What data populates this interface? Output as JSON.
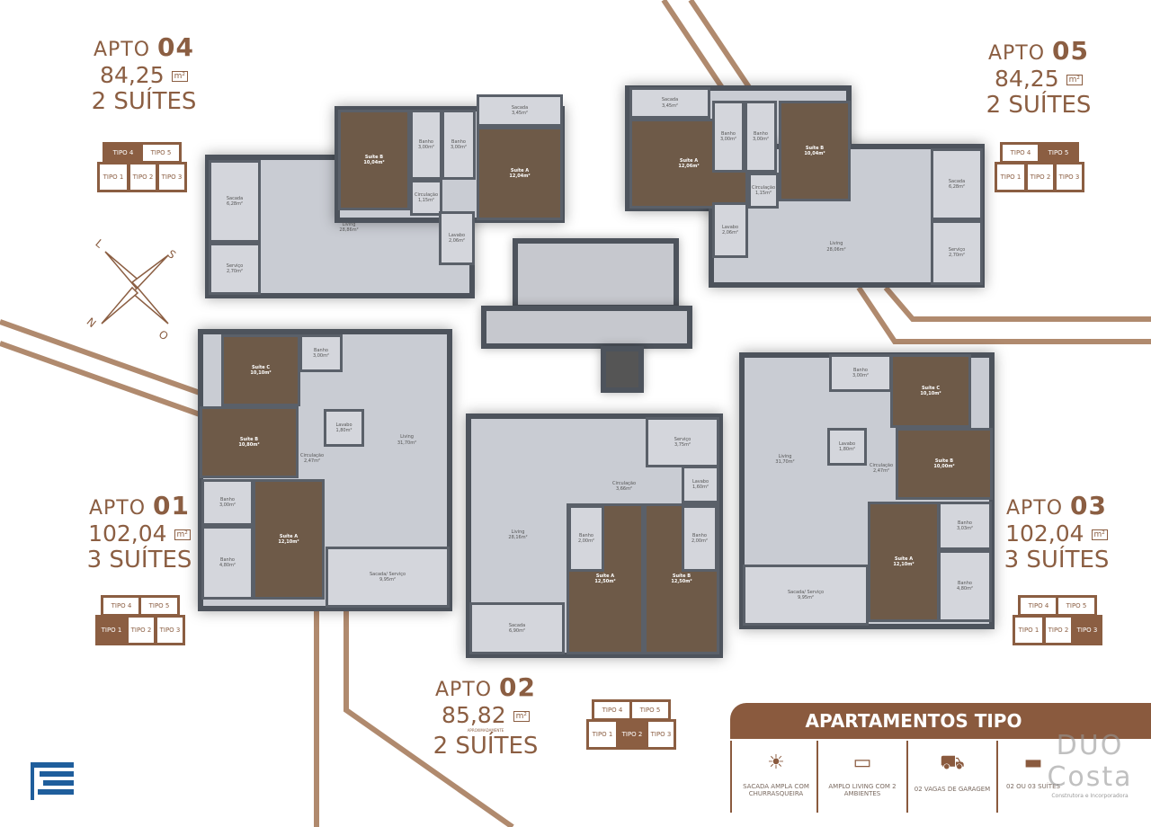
{
  "units": [
    {
      "apto_prefix": "APTO",
      "number": "04",
      "area": "84,25",
      "area_unit": "m²",
      "suites": "2 SUÍTES",
      "highlight": "TIPO 4",
      "rooms": [
        {
          "name": "Sacada",
          "area": "6,28m²"
        },
        {
          "name": "Suíte B",
          "area": "10,04m²"
        },
        {
          "name": "Banho",
          "area": "3,00m²"
        },
        {
          "name": "Banho",
          "area": "3,00m²"
        },
        {
          "name": "Sacada",
          "area": "3,45m²"
        },
        {
          "name": "Suíte A",
          "area": "12,04m²"
        },
        {
          "name": "Circulação",
          "area": "1,15m²"
        },
        {
          "name": "Living",
          "area": "28,86m²"
        },
        {
          "name": "Lavabo",
          "area": "2,06m²"
        },
        {
          "name": "Serviço",
          "area": "2,70m²"
        }
      ]
    },
    {
      "apto_prefix": "APTO",
      "number": "05",
      "area": "84,25",
      "area_unit": "m²",
      "suites": "2 SUÍTES",
      "highlight": "TIPO 5",
      "rooms": [
        {
          "name": "Sacada",
          "area": "3,45m²"
        },
        {
          "name": "Suíte A",
          "area": "12,06m²"
        },
        {
          "name": "Banho",
          "area": "3,00m²"
        },
        {
          "name": "Banho",
          "area": "3,00m²"
        },
        {
          "name": "Suíte B",
          "area": "10,04m²"
        },
        {
          "name": "Circulação",
          "area": "1,15m²"
        },
        {
          "name": "Living",
          "area": "28,06m²"
        },
        {
          "name": "Lavabo",
          "area": "2,06m²"
        },
        {
          "name": "Sacada",
          "area": "6,28m²"
        },
        {
          "name": "Serviço",
          "area": "2,70m²"
        }
      ]
    },
    {
      "apto_prefix": "APTO",
      "number": "01",
      "area": "102,04",
      "area_unit": "m²",
      "suites": "3 SUÍTES",
      "highlight": "TIPO 1",
      "rooms": [
        {
          "name": "Suíte C",
          "area": "10,10m²"
        },
        {
          "name": "Banho",
          "area": "3,00m²"
        },
        {
          "name": "Suíte B",
          "area": "10,80m²"
        },
        {
          "name": "Lavabo",
          "area": "1,80m²"
        },
        {
          "name": "Circulação",
          "area": "2,47m²"
        },
        {
          "name": "Living",
          "area": "31,70m²"
        },
        {
          "name": "Banho",
          "area": "3,00m²"
        },
        {
          "name": "Suíte A",
          "area": "12,10m²"
        },
        {
          "name": "Banho",
          "area": "4,80m²"
        },
        {
          "name": "Sacada/ Serviço",
          "area": "9,95m²"
        }
      ]
    },
    {
      "apto_prefix": "APTO",
      "number": "03",
      "area": "102,04",
      "area_unit": "m²",
      "suites": "3 SUÍTES",
      "highlight": "TIPO 3",
      "rooms": [
        {
          "name": "Banho",
          "area": "3,00m²"
        },
        {
          "name": "Suíte C",
          "area": "10,10m²"
        },
        {
          "name": "Lavabo",
          "area": "1,80m²"
        },
        {
          "name": "Living",
          "area": "31,70m²"
        },
        {
          "name": "Circulação",
          "area": "2,47m²"
        },
        {
          "name": "Suíte B",
          "area": "10,00m²"
        },
        {
          "name": "Suíte A",
          "area": "12,10m²"
        },
        {
          "name": "Banho",
          "area": "3,03m²"
        },
        {
          "name": "Banho",
          "area": "4,80m²"
        },
        {
          "name": "Sacada/ Serviço",
          "area": "9,95m²"
        }
      ]
    },
    {
      "apto_prefix": "APTO",
      "number": "02",
      "area": "85,82",
      "area_unit": "m²",
      "area_note": "APROXIMADAMENTE",
      "suites": "2 SUÍTES",
      "highlight": "TIPO 2",
      "rooms": [
        {
          "name": "Living",
          "area": "28,16m²"
        },
        {
          "name": "Serviço",
          "area": "3,75m²"
        },
        {
          "name": "Lavabo",
          "area": "1,60m²"
        },
        {
          "name": "Circulação",
          "area": "3,66m²"
        },
        {
          "name": "Suíte A",
          "area": "12,50m²"
        },
        {
          "name": "Banho",
          "area": "2,00m²"
        },
        {
          "name": "Suíte B",
          "area": "12,50m²"
        },
        {
          "name": "Banho",
          "area": "2,00m²"
        },
        {
          "name": "Sacada",
          "area": "6,90m²"
        }
      ]
    }
  ],
  "key_labels": {
    "t1": "TIPO 1",
    "t2": "TIPO 2",
    "t3": "TIPO 3",
    "t4": "TIPO 4",
    "t5": "TIPO 5"
  },
  "compass": {
    "l": "L",
    "s": "S",
    "n": "N",
    "o": "O"
  },
  "legend": {
    "title": "APARTAMENTOS TIPO",
    "features": [
      {
        "icon": "sunset-icon",
        "text": "SACADA AMPLA COM CHURRASQUEIRA"
      },
      {
        "icon": "sofa-icon",
        "text": "AMPLO LIVING COM 2 AMBIENTES"
      },
      {
        "icon": "car-icon",
        "text": "02 VAGAS DE GARAGEM"
      },
      {
        "icon": "bed-icon",
        "text": "02 OU 03 SUÍTES"
      }
    ]
  },
  "brand": {
    "logo_text": "DUO Costa",
    "tagline": "Construtora e Incorporadora"
  },
  "colors": {
    "brand_brown": "#8b5e42",
    "wall": "#4d535c",
    "floor": "#c9ccd3",
    "wood": "#6e5a48"
  }
}
